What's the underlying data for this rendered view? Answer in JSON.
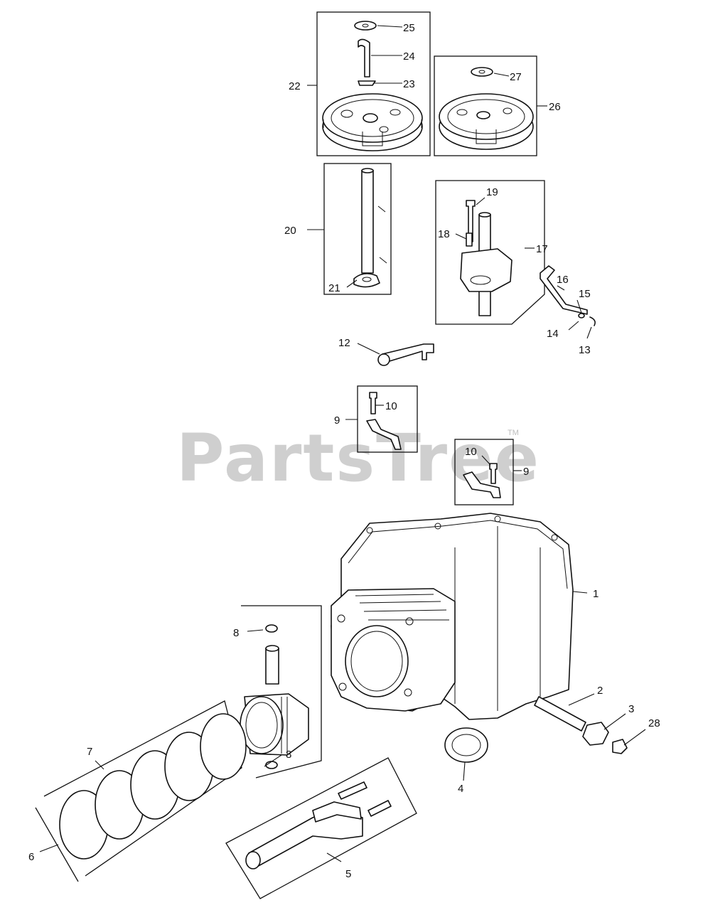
{
  "watermark": {
    "brand": "PartsTree",
    "trademark": "TM"
  },
  "callouts": {
    "c1": "1",
    "c2": "2",
    "c3": "3",
    "c4": "4",
    "c5": "5",
    "c6": "6",
    "c7": "7",
    "c8a": "8",
    "c8b": "8",
    "c9a": "9",
    "c9b": "9",
    "c10a": "10",
    "c10b": "10",
    "c12": "12",
    "c13": "13",
    "c14": "14",
    "c15": "15",
    "c16": "16",
    "c17": "17",
    "c18": "18",
    "c19": "19",
    "c20": "20",
    "c21": "21",
    "c22": "22",
    "c23": "23",
    "c24": "24",
    "c25": "25",
    "c26": "26",
    "c27": "27",
    "c28": "28"
  }
}
